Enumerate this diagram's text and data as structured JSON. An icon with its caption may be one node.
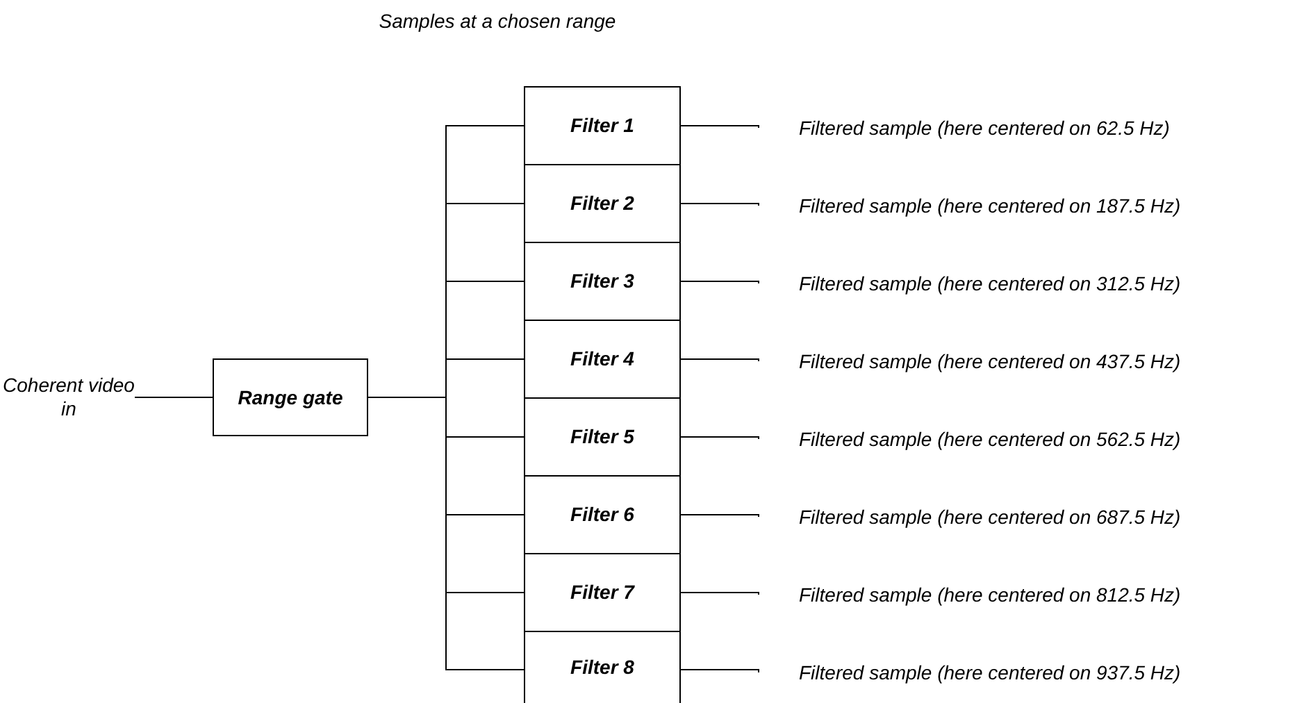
{
  "diagram": {
    "nodes": [
      {
        "text": [
          "Coherent video in"
        ]
      },
      {
        "text": [
          "Range gate"
        ]
      },
      {
        "text": [
          "Filter 1"
        ]
      },
      {
        "text": [
          "Filter 2"
        ]
      },
      {
        "text": [
          "Filter 3"
        ]
      },
      {
        "text": [
          "Filter 4"
        ]
      },
      {
        "text": [
          "Filter 5"
        ]
      },
      {
        "text": [
          "Filter 6"
        ]
      },
      {
        "text": [
          "Filter 7"
        ]
      },
      {
        "text": [
          "Filter 8"
        ]
      },
      {
        "text": [
          "Filtered sample (here centered on 62.5 Hz)"
        ]
      },
      {
        "text": [
          "Filtered sample (here centered on 187.5 Hz)"
        ]
      },
      {
        "text": [
          "Filtered sample (here centered on 312.5 Hz)"
        ]
      },
      {
        "text": [
          "Filtered sample (here centered on 437.5 Hz)"
        ]
      },
      {
        "text": [
          "Filtered sample (here centered on 562.5 Hz)"
        ]
      },
      {
        "text": [
          "Filtered sample (here centered on 687.5 Hz)"
        ]
      },
      {
        "text": [
          "Filtered sample (here centered on 812.5 Hz)"
        ]
      },
      {
        "text": [
          "Filtered sample (here centered on 937.5 Hz)"
        ]
      }
    ],
    "edges": [
      {
        "from": 0,
        "to": 1,
        "arrow": "none"
      },
      {
        "from": 1,
        "to": 2,
        "arrow": "none"
      },
      {
        "from": 1,
        "to": 3,
        "arrow": "none"
      },
      {
        "from": 1,
        "to": 4,
        "arrow": "none"
      },
      {
        "from": 1,
        "to": 5,
        "arrow": "none"
      },
      {
        "from": 1,
        "to": 6,
        "arrow": "none"
      },
      {
        "from": 1,
        "to": 7,
        "arrow": "none"
      },
      {
        "from": 1,
        "to": 8,
        "arrow": "none"
      },
      {
        "from": 1,
        "to": 9,
        "arrow": "none"
      },
      {
        "from": 2,
        "to": 10,
        "arrow": "none"
      },
      {
        "from": 3,
        "to": 11,
        "arrow": "none"
      },
      {
        "from": 4,
        "to": 12,
        "arrow": "none"
      },
      {
        "from": 5,
        "to": 13,
        "arrow": "none"
      },
      {
        "from": 6,
        "to": 14,
        "arrow": "none"
      },
      {
        "from": 7,
        "to": 15,
        "arrow": "none"
      },
      {
        "from": 8,
        "to": 16,
        "arrow": "none"
      },
      {
        "from": 9,
        "to": 17,
        "arrow": "none"
      }
    ],
    "labels": [
      "Samples at a chosen range"
    ]
  }
}
